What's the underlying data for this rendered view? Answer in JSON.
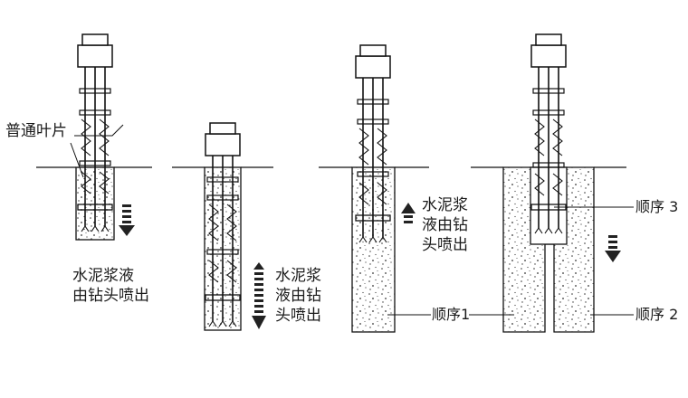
{
  "labels": {
    "blade": "普通叶片",
    "grout_1": [
      "水泥浆液",
      "由钻头喷出"
    ],
    "grout_2": [
      "水泥浆",
      "液由钻",
      "头喷出"
    ],
    "grout_3": [
      "水泥浆",
      "液由钻",
      "头喷出"
    ],
    "seq1": "顺序1",
    "seq2": "顺序 2",
    "seq3": "顺序 3"
  },
  "colors": {
    "ink": "#1a1a1a",
    "arrow": "#222222"
  },
  "icons": {
    "down_arrow": "dashed-down-arrow-icon",
    "up_arrow": "dashed-up-arrow-icon",
    "double_arrow": "dashed-up-down-arrow-icon"
  }
}
